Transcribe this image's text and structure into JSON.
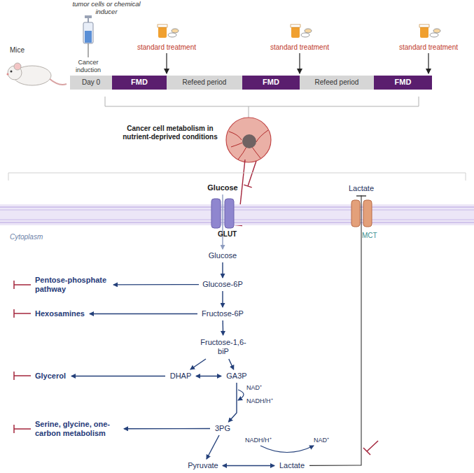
{
  "diagram": {
    "nodes": [
      {
        "text": [
          "Day 0"
        ]
      },
      {
        "text": [
          "FMD"
        ]
      },
      {
        "text": [
          "Refeed period"
        ]
      },
      {
        "text": [
          "FMD"
        ]
      },
      {
        "text": [
          "Refeed period"
        ]
      },
      {
        "text": [
          "FMD"
        ]
      },
      {
        "text": [
          "Glucose"
        ]
      },
      {
        "text": [
          "Lactate"
        ]
      },
      {
        "text": [
          "Glucose"
        ]
      },
      {
        "text": [
          "Glucose-6P"
        ]
      },
      {
        "text": [
          "Pentose-phosphate pathway"
        ]
      },
      {
        "text": [
          "Fructose-6P"
        ]
      },
      {
        "text": [
          "Hexosamines"
        ]
      },
      {
        "text": [
          "Fructose-1,6-biP"
        ]
      },
      {
        "text": [
          "DHAP"
        ]
      },
      {
        "text": [
          "GA3P"
        ]
      },
      {
        "text": [
          "Glycerol"
        ]
      },
      {
        "text": [
          "3PG"
        ]
      },
      {
        "text": [
          "Serine, glycine, one-carbon metabolism"
        ]
      },
      {
        "text": [
          "Pyruvate"
        ]
      },
      {
        "text": [
          "Lactate"
        ]
      }
    ],
    "edges": [
      {
        "from": 6,
        "to": 8,
        "arrow": "to"
      },
      {
        "from": 8,
        "to": 9,
        "arrow": "to"
      },
      {
        "from": 9,
        "to": 10,
        "arrow": "to"
      },
      {
        "from": 9,
        "to": 11,
        "arrow": "to"
      },
      {
        "from": 11,
        "to": 12,
        "arrow": "to"
      },
      {
        "from": 11,
        "to": 13,
        "arrow": "to"
      },
      {
        "from": 13,
        "to": 14,
        "arrow": "to"
      },
      {
        "from": 13,
        "to": 15,
        "arrow": "to"
      },
      {
        "from": 14,
        "to": 15,
        "arrow": "both"
      },
      {
        "from": 14,
        "to": 16,
        "arrow": "to"
      },
      {
        "from": 15,
        "to": 17,
        "arrow": "to"
      },
      {
        "from": 17,
        "to": 18,
        "arrow": "to"
      },
      {
        "from": 17,
        "to": 19,
        "arrow": "to"
      },
      {
        "from": 19,
        "to": 20,
        "arrow": "both"
      },
      {
        "from": 20,
        "to": 7,
        "arrow": "none"
      }
    ],
    "labels": [
      "tumor cells or chemical inducer",
      "Mice",
      "Cancer induction",
      "standard treatment",
      "standard treatment",
      "standard treatment",
      "Cancer cell metabolism in nutrient-deprived conditions",
      "GLUT",
      "MCT",
      "Cytoplasm",
      "NAD⁺",
      "NADH/H⁺",
      "NADH/H⁺",
      "NAD⁺"
    ]
  }
}
